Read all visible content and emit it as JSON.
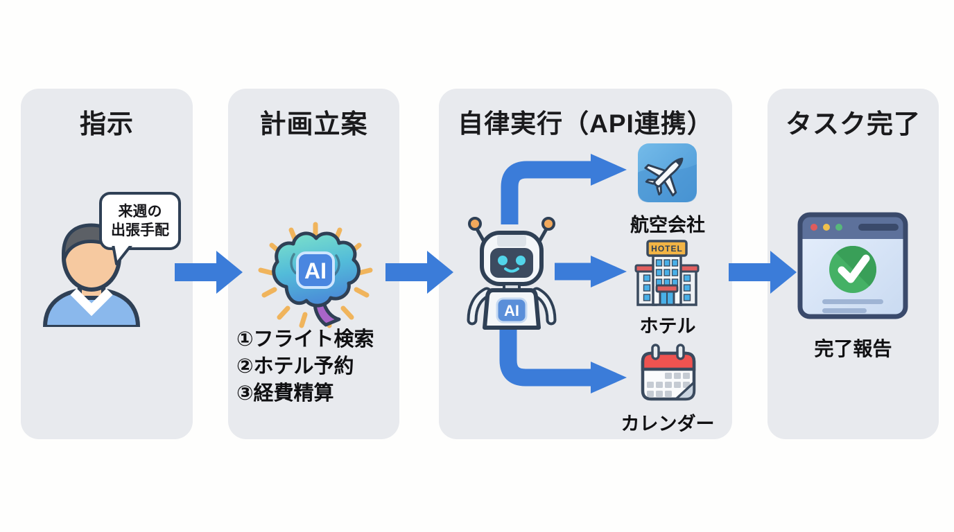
{
  "flow": {
    "step1": {
      "title": "指示",
      "bubble_line1": "来週の",
      "bubble_line2": "出張手配"
    },
    "step2": {
      "title": "計画立案",
      "badge": "AI",
      "items": [
        "①フライト検索",
        "②ホテル予約",
        "③経費精算"
      ]
    },
    "step3": {
      "title": "自律実行（API連携）",
      "badge": "AI",
      "airline_label": "航空会社",
      "hotel_label": "ホテル",
      "hotel_sign": "HOTEL",
      "calendar_label": "カレンダー"
    },
    "step4": {
      "title": "タスク完了",
      "caption": "完了報告"
    }
  },
  "icons": [
    "person-icon",
    "speech-bubble",
    "ai-brain-icon",
    "robot-icon",
    "airplane-icon",
    "hotel-icon",
    "calendar-icon",
    "browser-check-icon",
    "flow-arrow"
  ],
  "colors": {
    "panel_bg": "#e8eaee",
    "arrow_blue": "#3b7cd9",
    "outline_navy": "#2f4055",
    "ray_orange": "#f0b45c",
    "check_green": "#41ab61",
    "text": "#1a1a1c"
  }
}
